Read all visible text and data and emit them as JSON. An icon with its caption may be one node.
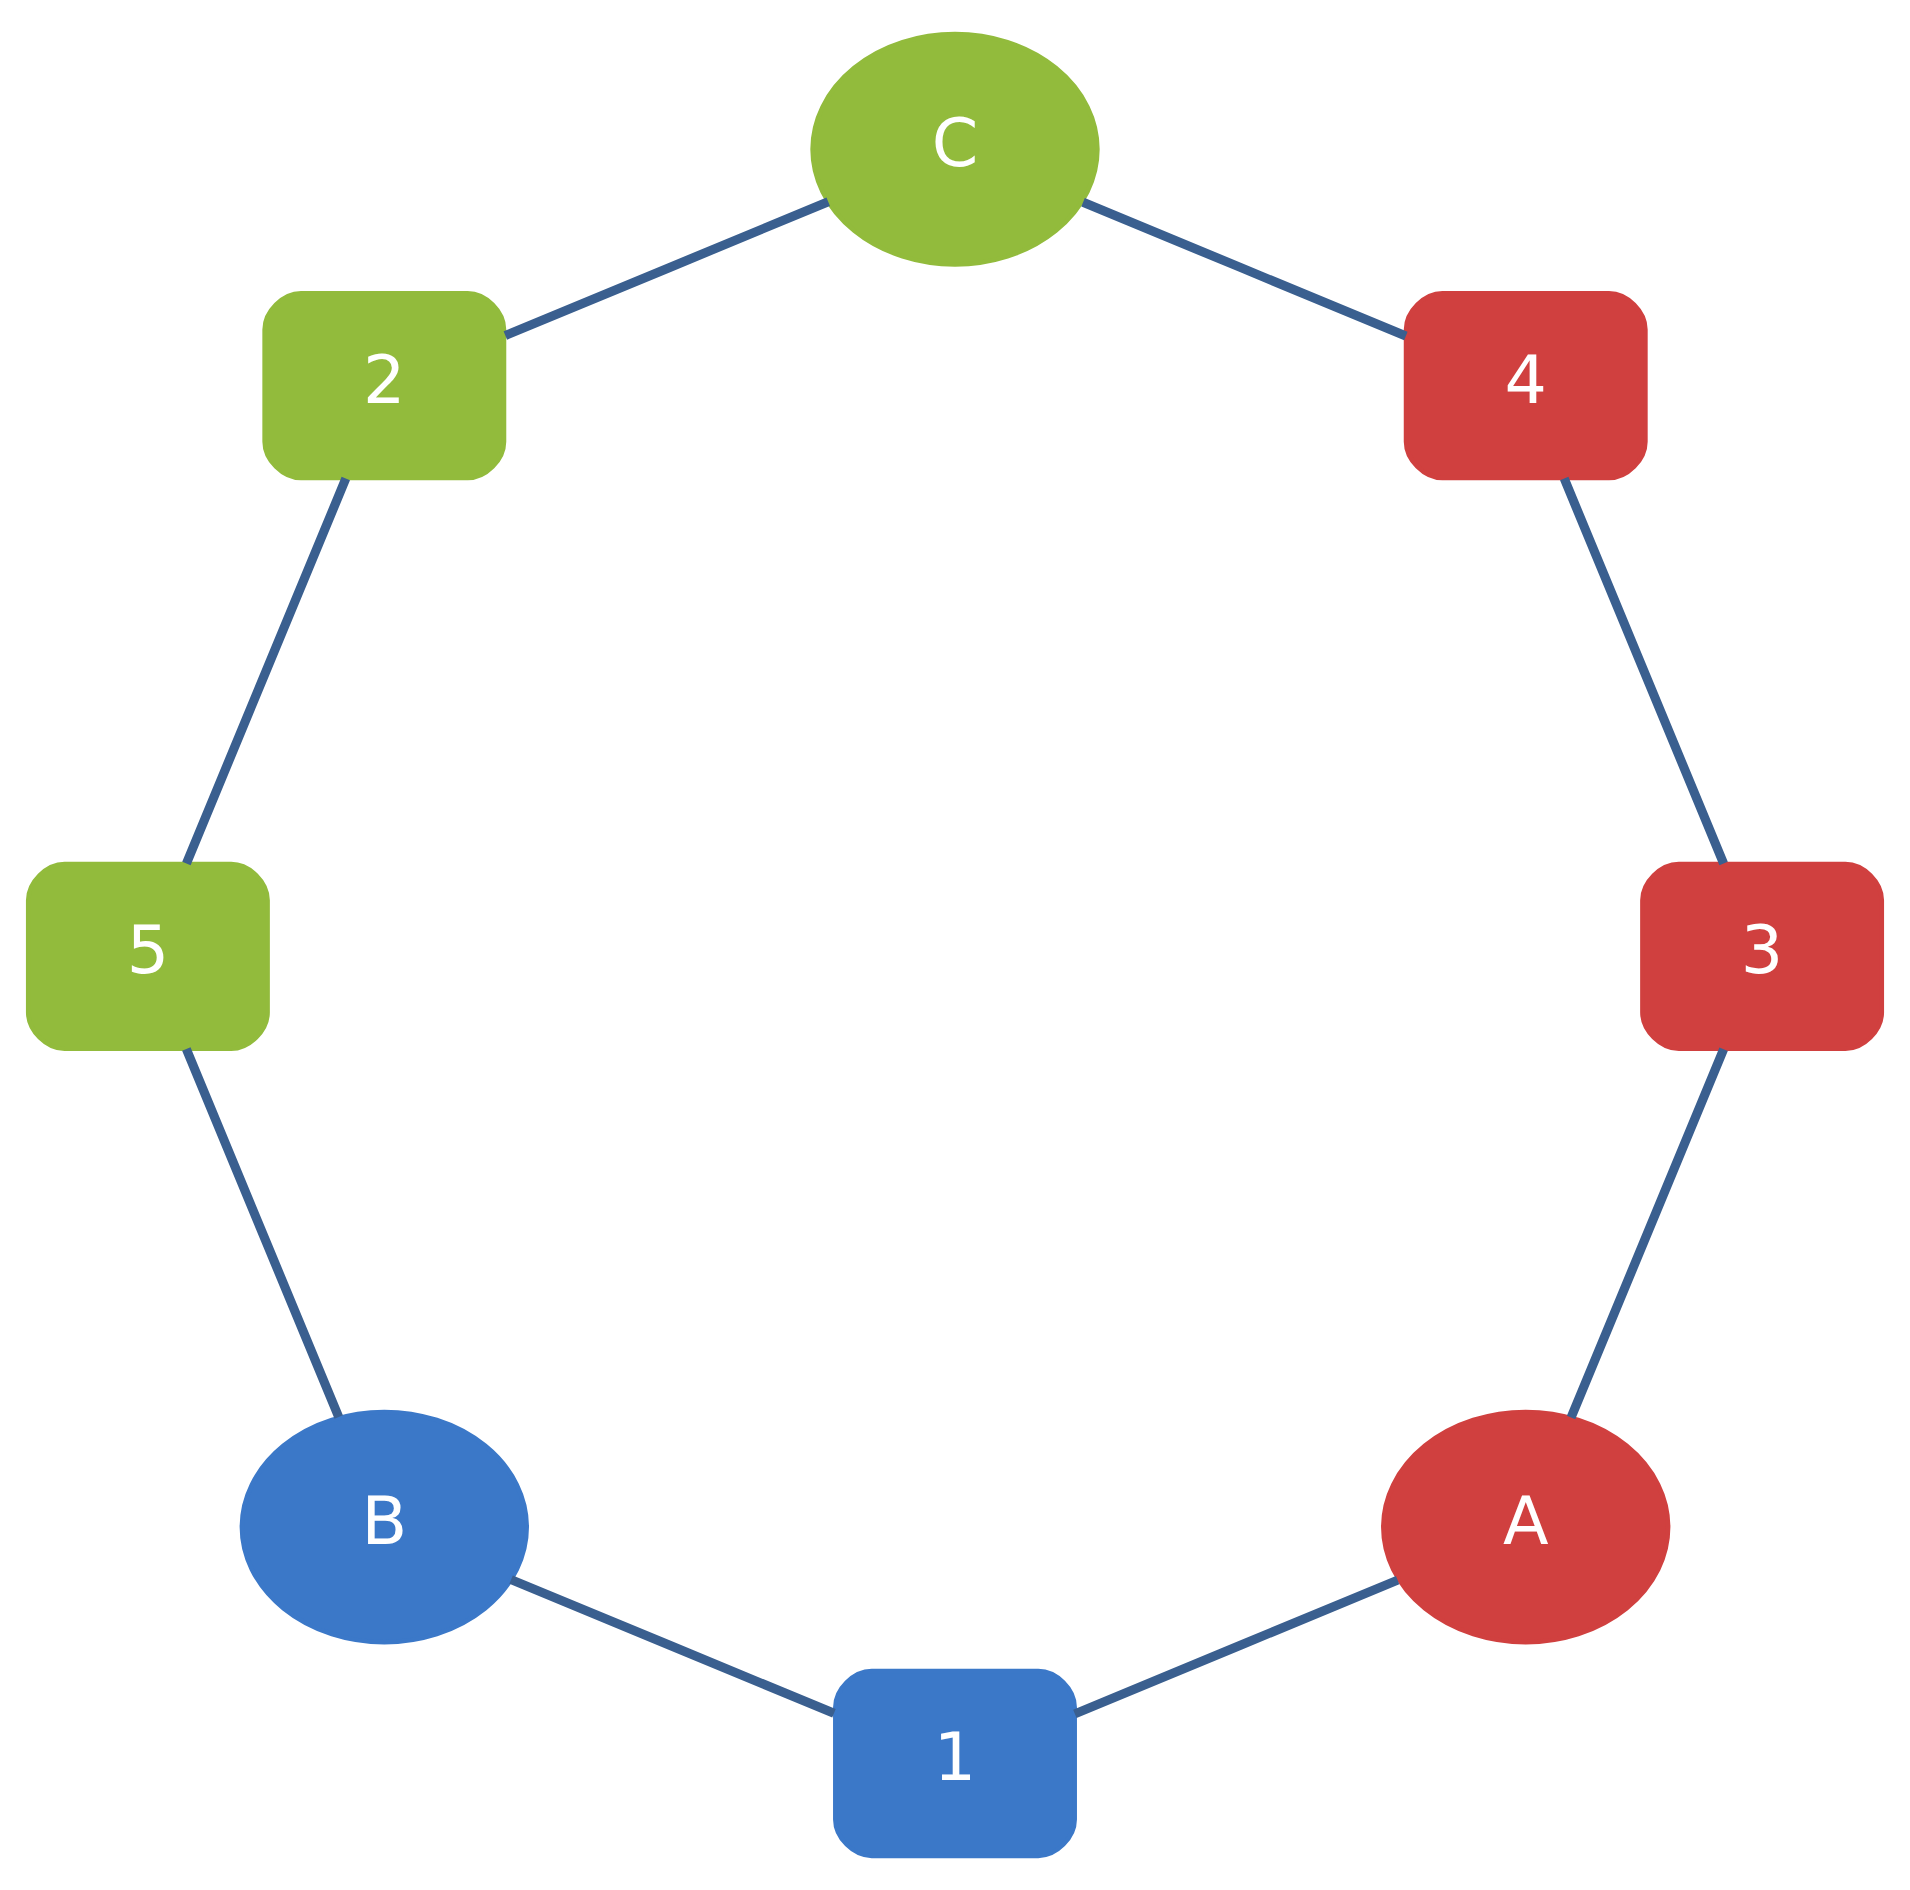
{
  "diagram": {
    "nodes": [
      {
        "text": [
          "A"
        ]
      },
      {
        "text": [
          "3"
        ]
      },
      {
        "text": [
          "4"
        ]
      },
      {
        "text": [
          "1"
        ]
      },
      {
        "text": [
          "B"
        ]
      },
      {
        "text": [
          "5"
        ]
      },
      {
        "text": [
          "2"
        ]
      },
      {
        "text": [
          "C"
        ]
      }
    ],
    "edges": [
      {
        "from": 0,
        "to": 3,
        "arrow": "none"
      },
      {
        "from": 3,
        "to": 4,
        "arrow": "none"
      },
      {
        "from": 4,
        "to": 5,
        "arrow": "none"
      },
      {
        "from": 5,
        "to": 6,
        "arrow": "none"
      },
      {
        "from": 6,
        "to": 7,
        "arrow": "none"
      },
      {
        "from": 7,
        "to": 2,
        "arrow": "none"
      },
      {
        "from": 2,
        "to": 1,
        "arrow": "none"
      },
      {
        "from": 1,
        "to": 0,
        "arrow": "none"
      }
    ]
  }
}
